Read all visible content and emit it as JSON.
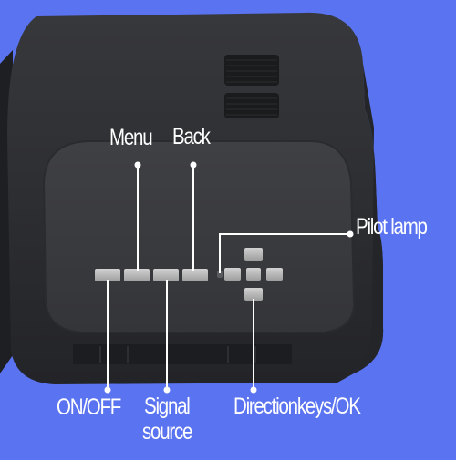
{
  "labels": {
    "menu": "Menu",
    "back": "Back",
    "pilot_lamp": "Pilot lamp",
    "on_off": "ON/OFF",
    "signal_source_line1": "Signal",
    "signal_source_line2": "source",
    "direction_keys_ok": "Directionkeys/OK"
  },
  "colors": {
    "background": "#5a73f0",
    "device_body": "#2e2f33",
    "panel": "#3b3c40",
    "buttons": "#b8b8b8",
    "callout_lines": "#ffffff"
  }
}
